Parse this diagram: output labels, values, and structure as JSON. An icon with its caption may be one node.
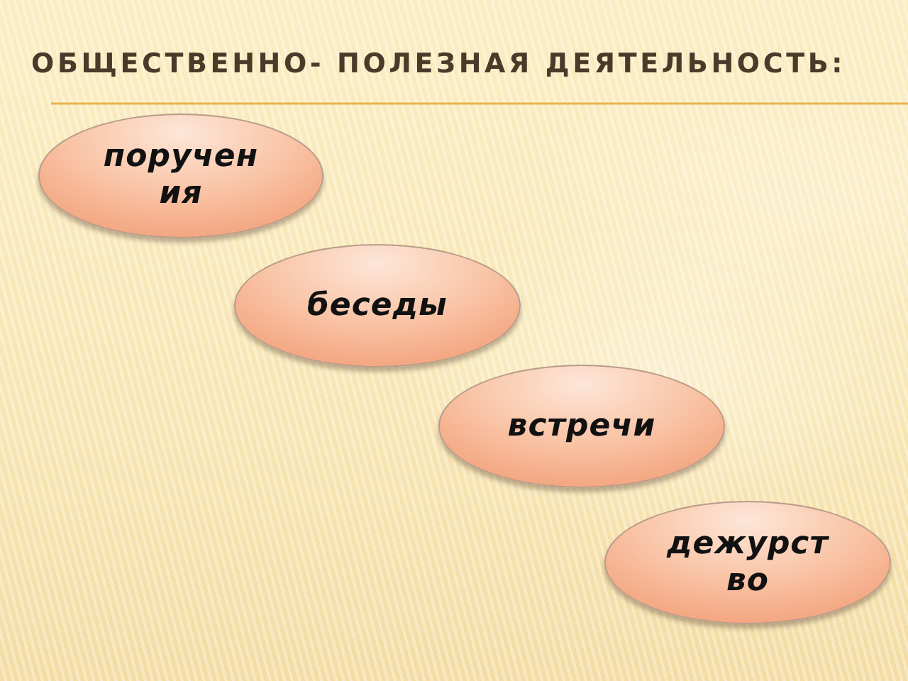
{
  "diagram": {
    "title": "ОБЩЕСТВЕННО- ПОЛЕЗНАЯ ДЕЯТЕЛЬНОСТЬ:",
    "nodes": [
      {
        "text": [
          "поручения"
        ]
      },
      {
        "text": [
          "беседы"
        ]
      },
      {
        "text": [
          "встречи"
        ]
      },
      {
        "text": [
          "дежурство"
        ]
      }
    ]
  }
}
